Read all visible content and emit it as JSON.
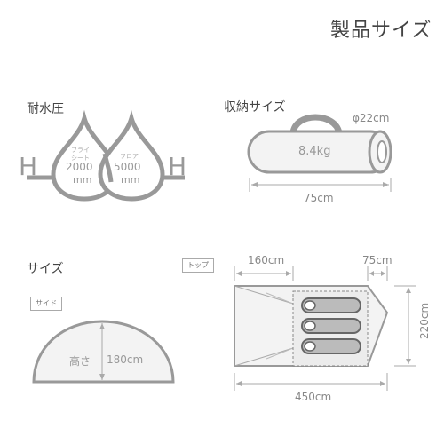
{
  "title": "製品サイズ",
  "waterproof": {
    "heading": "耐水圧",
    "h_left": "H",
    "h_right": "H",
    "fly_label_1": "フライ",
    "fly_label_2": "シート",
    "fly_value": "2000",
    "fly_unit": "mm",
    "floor_label": "フロア",
    "floor_value": "5000",
    "floor_unit": "mm"
  },
  "storage": {
    "heading": "収納サイズ",
    "diameter": "φ22cm",
    "weight": "8.4kg",
    "length": "75cm"
  },
  "size": {
    "heading": "サイズ",
    "side_tag": "サイド",
    "height_label": "高さ",
    "height_value": "180cm",
    "top_tag": "トップ",
    "front_depth": "160cm",
    "rear_depth": "75cm",
    "width": "220cm",
    "total_length": "450cm"
  },
  "colors": {
    "outline": "#999999",
    "fill": "#f0f0f0",
    "dark": "#666666"
  }
}
